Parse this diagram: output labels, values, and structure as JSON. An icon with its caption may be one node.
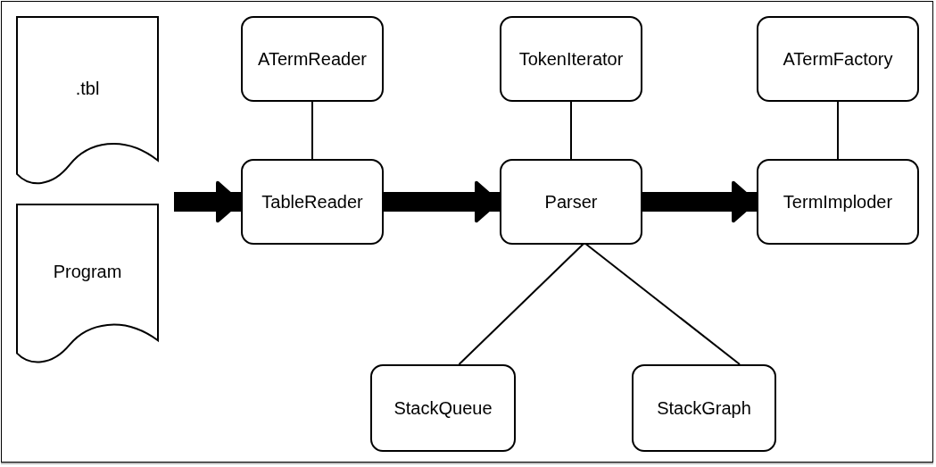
{
  "diagram": {
    "nodes": [
      {
        "text": [
          ".tbl"
        ]
      },
      {
        "text": [
          "Program"
        ]
      },
      {
        "text": [
          "ATermReader"
        ]
      },
      {
        "text": [
          "TableReader"
        ]
      },
      {
        "text": [
          "TokenIterator"
        ]
      },
      {
        "text": [
          "Parser"
        ]
      },
      {
        "text": [
          "ATermFactory"
        ]
      },
      {
        "text": [
          "TermImploder"
        ]
      },
      {
        "text": [
          "StackQueue"
        ]
      },
      {
        "text": [
          "StackGraph"
        ]
      }
    ],
    "edges": [
      {
        "from": null,
        "to": 3,
        "arrow": "to",
        "style": "thick"
      },
      {
        "from": 3,
        "to": 5,
        "arrow": "to",
        "style": "thick"
      },
      {
        "from": 5,
        "to": 7,
        "arrow": "to",
        "style": "thick"
      },
      {
        "from": 2,
        "to": 3,
        "arrow": "none"
      },
      {
        "from": 4,
        "to": 5,
        "arrow": "none"
      },
      {
        "from": 6,
        "to": 7,
        "arrow": "none"
      },
      {
        "from": 5,
        "to": 8,
        "arrow": "none"
      },
      {
        "from": 5,
        "to": 9,
        "arrow": "none"
      }
    ]
  }
}
